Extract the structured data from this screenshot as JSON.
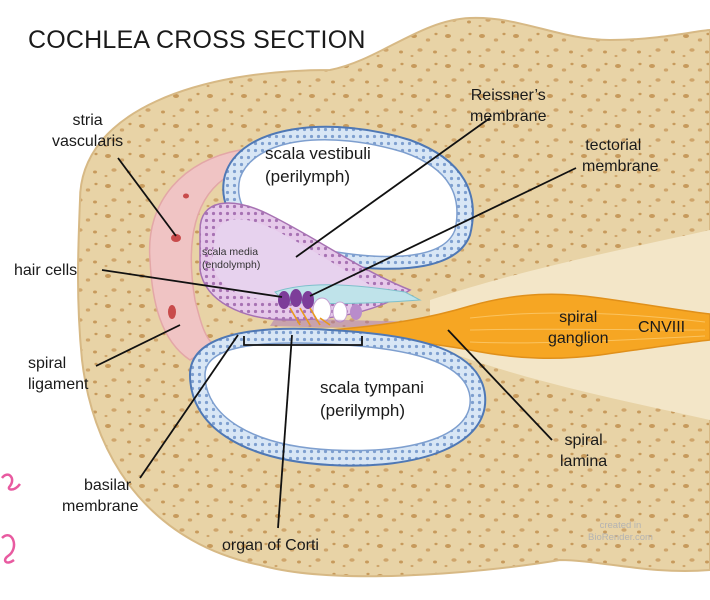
{
  "title": "COCHLEA CROSS SECTION",
  "labels": {
    "stria_vascularis": [
      "stria",
      "vascularis"
    ],
    "hair_cells": "hair cells",
    "spiral_ligament": [
      "spiral",
      "ligament"
    ],
    "basilar_membrane": [
      "basilar",
      "membrane"
    ],
    "organ_of_corti": "organ of Corti",
    "reissners_membrane": [
      "Reissner’s",
      "membrane"
    ],
    "tectorial_membrane": [
      "tectorial",
      "membrane"
    ],
    "scala_vestibuli": [
      "scala vestibuli",
      "(perilymph)"
    ],
    "scala_media": [
      "scala media",
      "(endolymph)"
    ],
    "scala_tympani": [
      "scala tympani",
      "(perilymph)"
    ],
    "spiral_ganglion": [
      "spiral",
      "ganglion"
    ],
    "cnviii": "CNVIII",
    "spiral_lamina": [
      "spiral",
      "lamina"
    ]
  },
  "credit": [
    "created in",
    "BioRender.com"
  ],
  "colors": {
    "bone": "#e8d3a6",
    "bone_edge": "#d7b985",
    "bone_pore": "#c79a5c",
    "scala_lining": "#7e9fcf",
    "scala_lining_dark": "#4f78b5",
    "ligament_pink": "#f0c4c4",
    "media_purple": "#cfa6d8",
    "nerve_orange": "#f6a623",
    "tectorial": "#bfe3ea",
    "line": "#111111"
  }
}
